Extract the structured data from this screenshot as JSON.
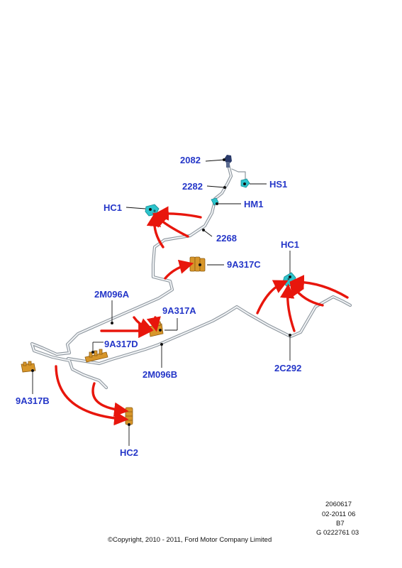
{
  "labels": {
    "p2082": "2082",
    "p2282": "2282",
    "hs1": "HS1",
    "hm1": "HM1",
    "hc1_top": "HC1",
    "p2268": "2268",
    "p9a317c": "9A317C",
    "hc1_right": "HC1",
    "p2m096a": "2M096A",
    "p9a317a": "9A317A",
    "p9a317d": "9A317D",
    "p2m096b": "2M096B",
    "p2c292": "2C292",
    "p9a317b": "9A317B",
    "hc2": "HC2"
  },
  "footer": {
    "line1": "2060617",
    "line2": "02-2011 06",
    "line3": "B7",
    "line4": "G 0222761 03",
    "copyright": "©Copyright, 2010 - 2011, Ford Motor Company Limited"
  },
  "colors": {
    "label": "#2436c8",
    "arrow": "#e8160c",
    "pipe": "#9aa3ab",
    "clip_orange": "#d7962a",
    "clip_cyan": "#2cc4cc",
    "hose_dark": "#2a3a6a"
  }
}
